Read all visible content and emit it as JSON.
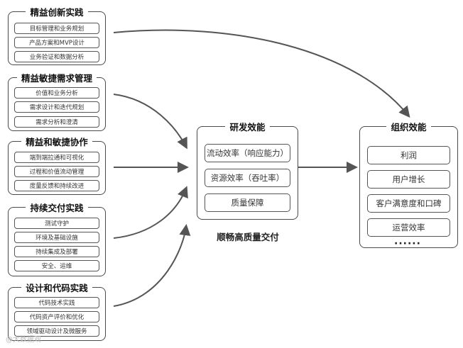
{
  "groups": [
    {
      "title": "精益创新实践",
      "items": [
        "目标管理和业务规划",
        "产品方案和MVP设计",
        "业务验证和数据分析"
      ]
    },
    {
      "title": "精益敏捷需求管理",
      "items": [
        "价值和业务分析",
        "需求设计和迭代规划",
        "需求分析和澄清"
      ]
    },
    {
      "title": "精益和敏捷协作",
      "items": [
        "端到端拉通和可视化",
        "过程和价值流动管理",
        "度量反馈和持续改进"
      ]
    },
    {
      "title": "持续交付实践",
      "items": [
        "测试守护",
        "环境及基础设施",
        "持续集成及部署",
        "安全、运维"
      ]
    },
    {
      "title": "设计和代码实践",
      "items": [
        "代码技术实践",
        "代码资产评价和优化",
        "领域驱动设计及微服务"
      ]
    }
  ],
  "rd_efficiency": {
    "title": "研发效能",
    "items": [
      "流动效率（响应能力）",
      "资源效率（吞吐率）",
      "质量保障"
    ],
    "caption": "顺畅高质量交付"
  },
  "org_efficiency": {
    "title": "组织效能",
    "items": [
      "利润",
      "用户增长",
      "客户满意度和口碑",
      "运营效率"
    ],
    "more": "······"
  },
  "watermark": "@大数据观",
  "colors": {
    "stroke": "#4a4a4a",
    "arrow": "#555555",
    "background": "#ffffff"
  }
}
